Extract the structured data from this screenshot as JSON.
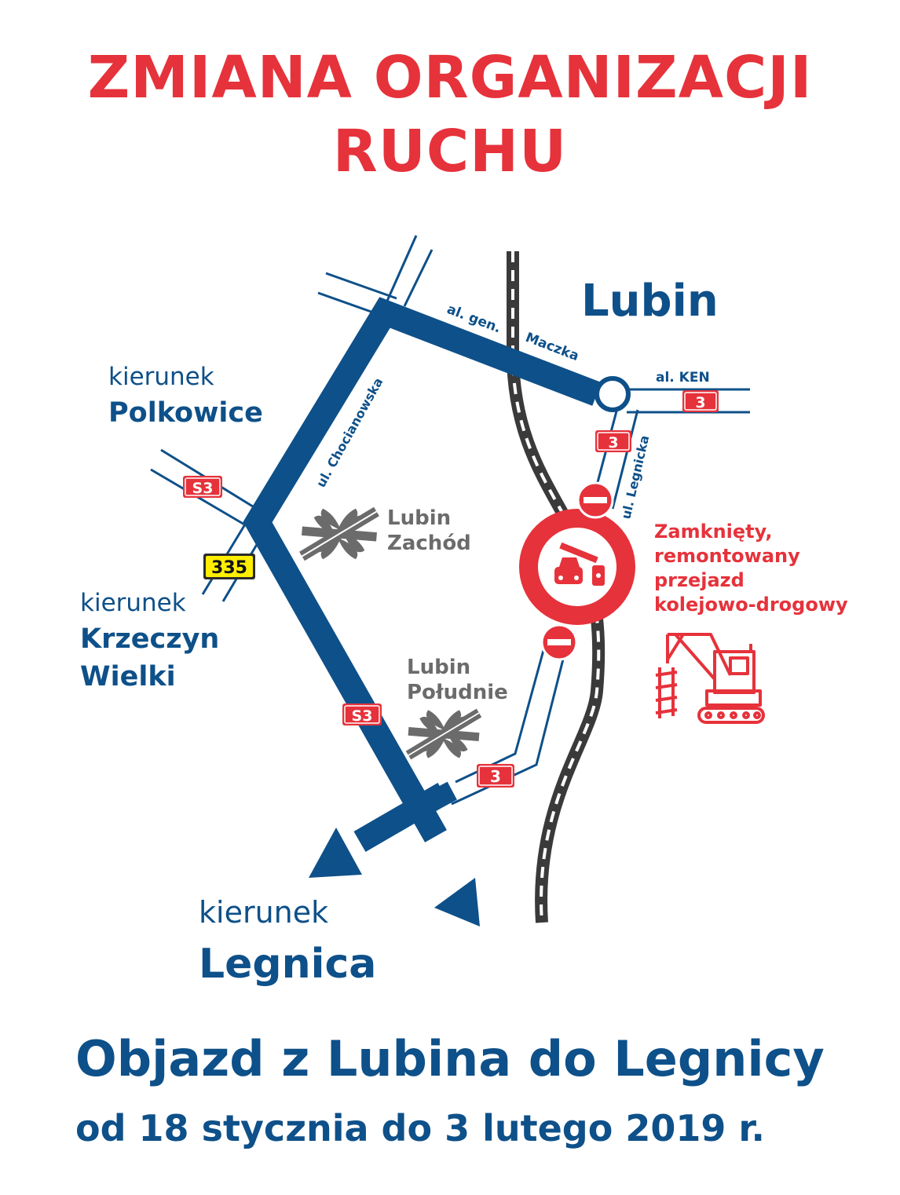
{
  "title": {
    "line1": "ZMIANA ORGANIZACJI",
    "line2": "RUCHU"
  },
  "map": {
    "city": "Lubin",
    "streets": {
      "maczka_a": "al. gen.",
      "maczka_b": "Maczka",
      "ken": "al. KEN",
      "chocianowska": "ul. Chocianowska",
      "legnicka": "ul. Legnicka"
    },
    "directions": {
      "polkowice": {
        "prefix": "kierunek",
        "name": "Polkowice"
      },
      "krzeczyn": {
        "prefix": "kierunek",
        "name_line1": "Krzeczyn",
        "name_line2": "Wielki"
      },
      "legnica": {
        "prefix": "kierunek",
        "name": "Legnica"
      }
    },
    "road_badges": {
      "s3_upper": "S3",
      "s3_lower": "S3",
      "r335": "335",
      "r3_ken": "3",
      "r3_legnicka": "3",
      "r3_south": "3"
    },
    "interchanges": {
      "zachod": {
        "line1": "Lubin",
        "line2": "Zachód"
      },
      "poludnie": {
        "line1": "Lubin",
        "line2": "Południe"
      }
    },
    "closure_note": [
      "Zamknięty,",
      "remontowany",
      "przejazd",
      "kolejowo-drogowy"
    ],
    "icons": [
      "no-entry-icon",
      "railway-crossing-icon",
      "railway-crane-icon",
      "interchange-icon",
      "roundabout-icon",
      "direction-arrow-icon"
    ]
  },
  "footer": {
    "line1": "Objazd z Lubina do Legnicy",
    "line2": "od 18 stycznia do 3 lutego 2019 r."
  },
  "colors": {
    "red": "#e6323b",
    "blue": "#0e5089",
    "gray": "#6b6b6b",
    "rail": "#3a3a3a",
    "yellow": "#ffee00"
  }
}
